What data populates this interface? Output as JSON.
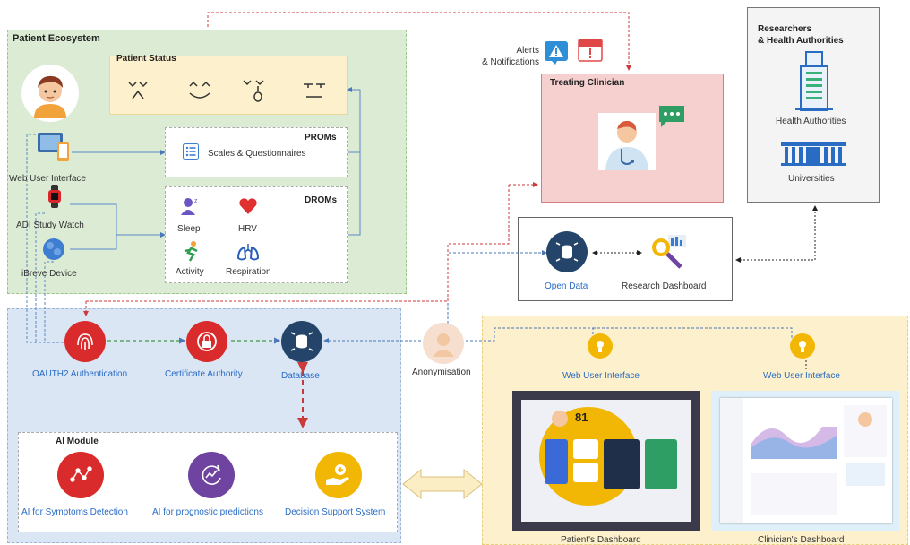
{
  "patient_ecosystem": {
    "title": "Patient Ecosystem",
    "status_title": "Patient Status",
    "status_faces": [
      "ˇˇ\n˄",
      "˄˄\n⌣",
      "ˇˇ\n٥",
      "−−\n—"
    ],
    "web_ui": "Web User Interface",
    "watch": "ADI Study Watch",
    "breve": "iBreve Device",
    "proms_title": "PROMs",
    "proms_item": "Scales & Questionnaires",
    "droms_title": "DROMs",
    "droms_items": [
      "Sleep",
      "HRV",
      "Activity",
      "Respiration"
    ]
  },
  "security": {
    "oauth": "OAUTH2 Authentication",
    "cert": "Certificate Authority",
    "database": "Database",
    "ai_title": "AI Module",
    "ai_items": [
      "AI for Symptoms Detection",
      "AI for prognostic predictions",
      "Decision Support System"
    ]
  },
  "anonymisation": "Anonymisation",
  "alerts": "Alerts\n& Notifications",
  "clinician": {
    "title": "Treating Clinician"
  },
  "research": {
    "open_data": "Open Data",
    "dashboard": "Research Dashboard"
  },
  "authorities": {
    "title": "Researchers\n& Health Authorities",
    "health": "Health Authorities",
    "universities": "Universities"
  },
  "dashboards": {
    "web_ui_1": "Web User Interface",
    "web_ui_2": "Web User Interface",
    "patient": "Patient's Dashboard",
    "clinician": "Clinician's Dashboard",
    "score": "81"
  },
  "colors": {
    "green_zone": "#dcebd4",
    "blue_zone": "#dbe6f5",
    "yellow_zone": "#fdf0cc",
    "red_box": "#f6d0cf",
    "red_icon": "#d92b2b",
    "navy_icon": "#254469",
    "purple_icon": "#6e44a0",
    "yellow_icon": "#f2b705"
  }
}
